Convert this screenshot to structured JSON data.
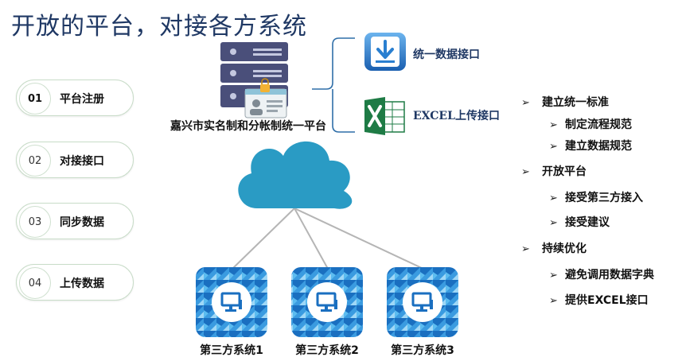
{
  "title": "开放的平台，对接各方系统",
  "steps": [
    {
      "num": "01",
      "label": "平台注册"
    },
    {
      "num": "02",
      "label": "对接接口"
    },
    {
      "num": "03",
      "label": "同步数据"
    },
    {
      "num": "04",
      "label": "上传数据"
    }
  ],
  "platform": {
    "label": "嘉兴市实名制和分帐制统一平台"
  },
  "interfaces": [
    {
      "label": "统一数据接口",
      "icon": "download-icon"
    },
    {
      "label": "EXCEL上传接口",
      "icon": "excel-icon"
    }
  ],
  "systems": [
    {
      "label": "第三方系统1"
    },
    {
      "label": "第三方系统2"
    },
    {
      "label": "第三方系统3"
    }
  ],
  "features": [
    {
      "label": "建立统一标准",
      "subs": [
        "制定流程规范",
        "建立数据规范"
      ]
    },
    {
      "label": "开放平台",
      "subs": [
        "接受第三方接入",
        "接受建议"
      ]
    },
    {
      "label": "持续优化",
      "subs": [
        "避免调用数据字典",
        "提供EXCEL接口"
      ]
    }
  ],
  "colors": {
    "title": "#1f3864",
    "cloud": "#2a9bc4",
    "tile_dark": "#1a6fc0",
    "tile_light": "#4cb0ea",
    "excel_green": "#1e7b45",
    "bracket": "#2f6ea8"
  }
}
